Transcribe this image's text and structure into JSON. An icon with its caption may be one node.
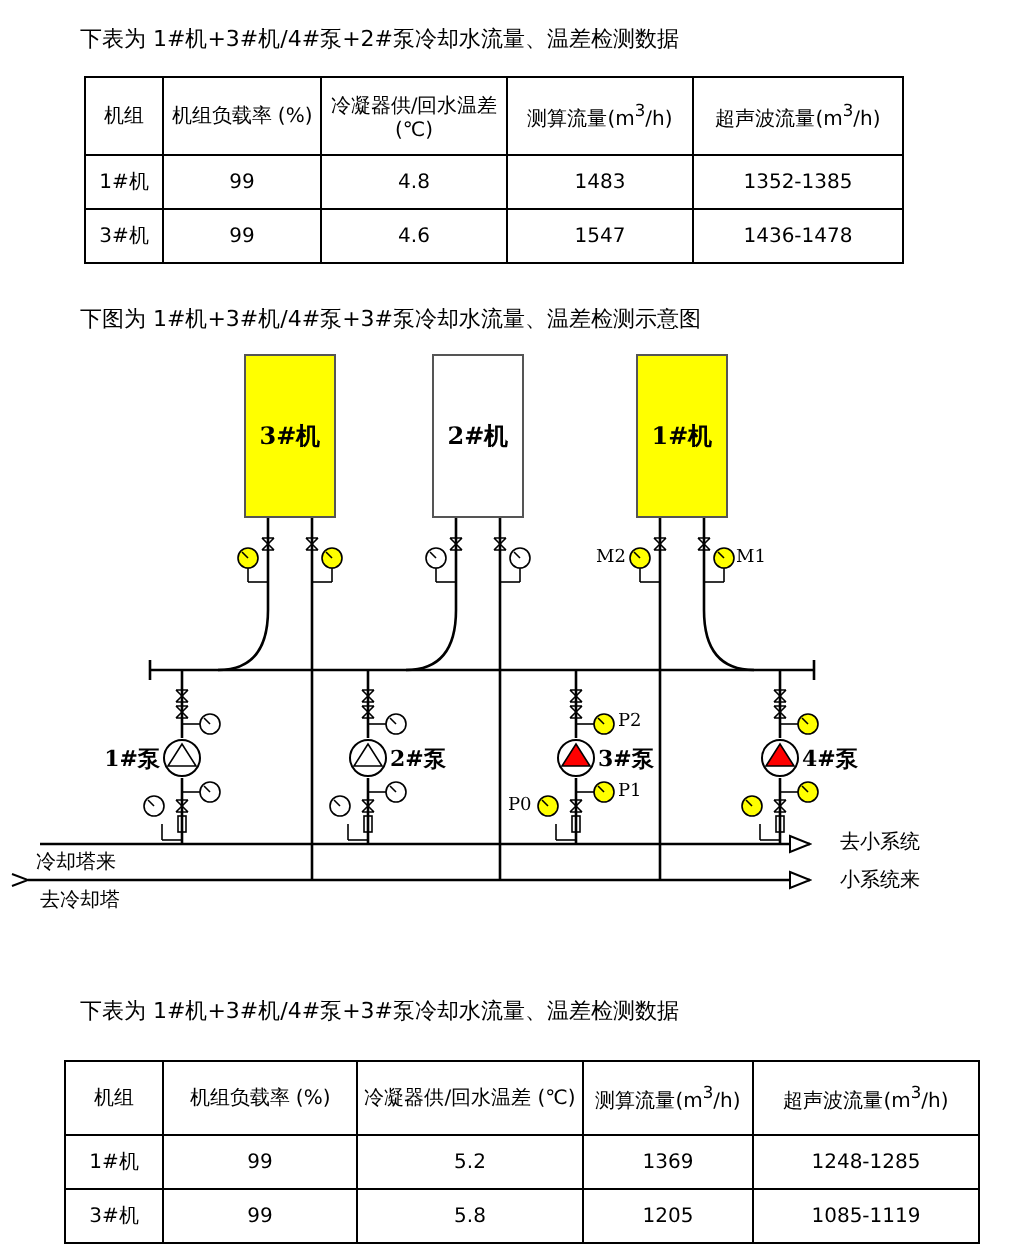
{
  "diagram": {
    "nodes": [
      {
        "text": [
          "3#机"
        ]
      },
      {
        "text": [
          "2#机"
        ]
      },
      {
        "text": [
          "1#机"
        ]
      },
      {
        "text": [
          "1#泵"
        ]
      },
      {
        "text": [
          "2#泵"
        ]
      },
      {
        "text": [
          "3#泵"
        ]
      },
      {
        "text": [
          "4#泵"
        ]
      },
      {
        "text": [],
        "shape": "bar"
      },
      {
        "text": [],
        "shape": "bar"
      },
      {
        "text": [],
        "shape": "bar"
      }
    ],
    "edges": [
      {
        "from": 0,
        "to": 7,
        "arrow": "none"
      },
      {
        "from": 1,
        "to": 7,
        "arrow": "none"
      },
      {
        "from": 2,
        "to": 7,
        "arrow": "none"
      },
      {
        "from": 7,
        "to": 3,
        "arrow": "none"
      },
      {
        "from": 7,
        "to": 4,
        "arrow": "none"
      },
      {
        "from": 7,
        "to": 5,
        "arrow": "none"
      },
      {
        "from": 7,
        "to": 6,
        "arrow": "none"
      },
      {
        "from": 3,
        "to": 8,
        "arrow": "none"
      },
      {
        "from": 4,
        "to": 8,
        "arrow": "none"
      },
      {
        "from": 5,
        "to": 8,
        "arrow": "none"
      },
      {
        "from": 6,
        "to": 8,
        "arrow": "none"
      },
      {
        "from": 0,
        "to": 9,
        "arrow": "none"
      },
      {
        "from": 1,
        "to": 9,
        "arrow": "none"
      },
      {
        "from": 2,
        "to": 9,
        "arrow": "none"
      }
    ],
    "labels": [
      "下表为 1#机+3#机/4#泵+2#泵冷却水流量、温差检测数据",
      "机组",
      "机组负载率 (%)",
      "冷凝器供/回水温差(℃)",
      "测算流量(m$^{3}$/h)",
      "超声波流量(m$^{3}$/h)",
      "1#机",
      "99",
      "4.8",
      "1483",
      "1352-1385",
      "3#机",
      "99",
      "4.6",
      "1547",
      "1436-1478",
      "下图为 1#机+3#机/4#泵+3#泵冷却水流量、温差检测示意图",
      "M2",
      "M1",
      "P2",
      "P0",
      "P1",
      "去小系统",
      "冷却塔来",
      "小系统来",
      "去冷却塔",
      "下表为 1#机+3#机/4#泵+3#泵冷却水流量、温差检测数据",
      "机组",
      "机组负载率 (%)",
      "冷凝器供/回水温差 (℃)",
      "测算流量(m$^{3}$/h)",
      "超声波流量(m$^{3}$/h)",
      "1#机",
      "99",
      "5.2",
      "1369",
      "1248-1285",
      "3#机",
      "99",
      "5.8",
      "1205",
      "1085-1119"
    ]
  }
}
